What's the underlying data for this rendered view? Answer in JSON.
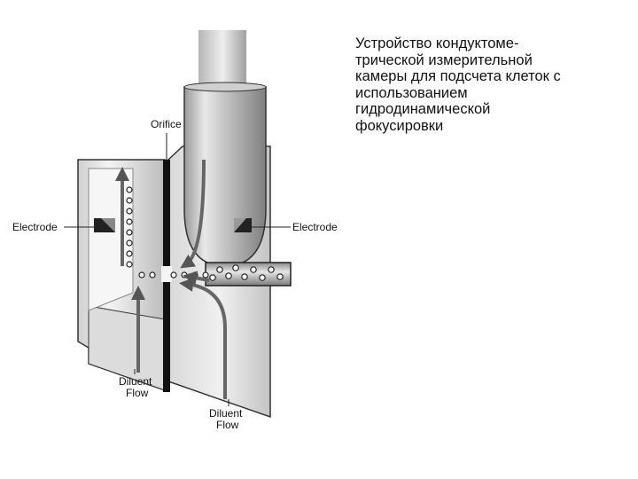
{
  "caption": {
    "lines": [
      "Устройство кондуктоме-",
      "трической измерительной",
      "камеры для подсчета клеток с",
      "использованием",
      "гидродинамической",
      "фокусировки"
    ]
  },
  "labels": {
    "orifice": "Orifice",
    "electrode_left": "Electrode",
    "electrode_right": "Electrode",
    "diluent_flow_left": [
      "Diluent",
      "Flow"
    ],
    "diluent_flow_right": [
      "Diluent",
      "Flow"
    ]
  }
}
